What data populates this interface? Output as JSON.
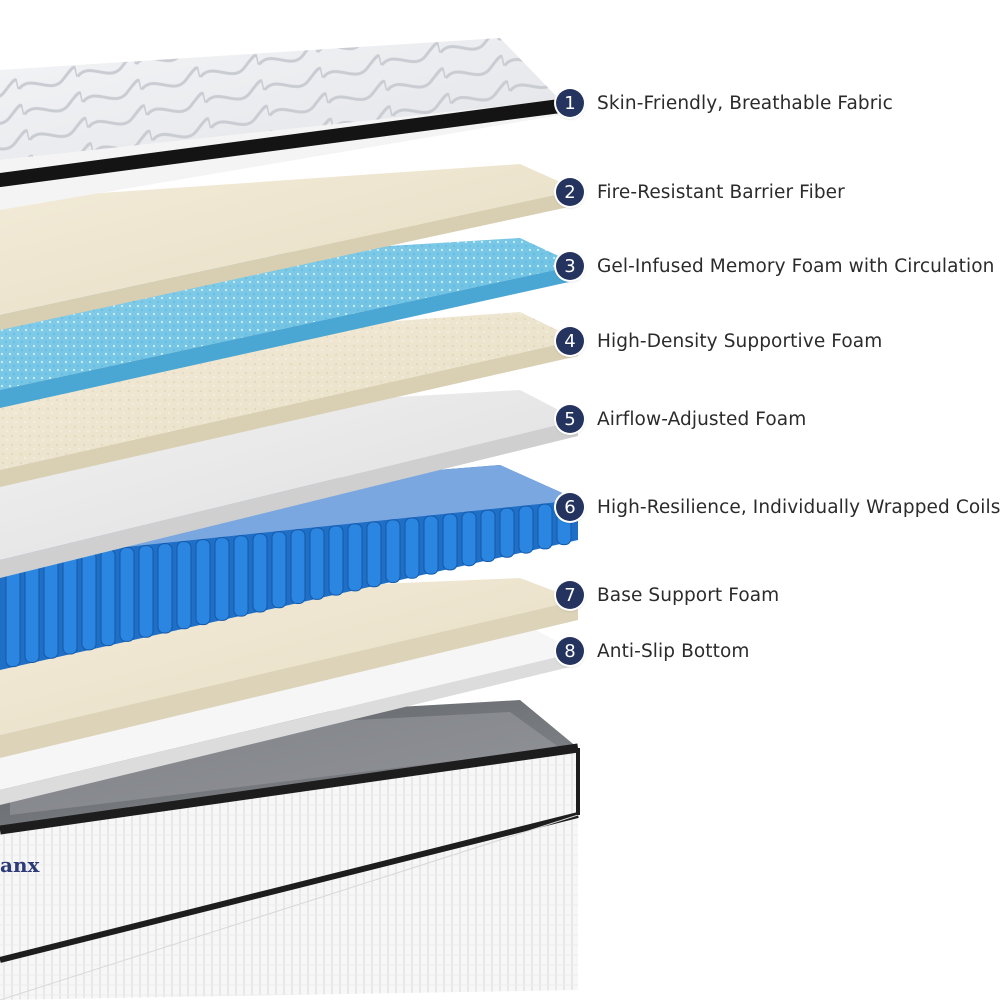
{
  "brand_fragment": "anx",
  "accent_color": "#24345f",
  "layers": [
    {
      "number": "1",
      "label": "Skin-Friendly, Breathable Fabric",
      "material": "quilted-fabric"
    },
    {
      "number": "2",
      "label": "Fire-Resistant Barrier Fiber",
      "material": "fiber"
    },
    {
      "number": "3",
      "label": "Gel-Infused Memory Foam with Circulation",
      "material": "gel-foam"
    },
    {
      "number": "4",
      "label": "High-Density Supportive Foam",
      "material": "dense-foam"
    },
    {
      "number": "5",
      "label": "Airflow-Adjusted Foam",
      "material": "airflow-foam"
    },
    {
      "number": "6",
      "label": "High-Resilience, Individually Wrapped Coils",
      "material": "pocket-coils"
    },
    {
      "number": "7",
      "label": "Base Support Foam",
      "material": "base-foam"
    },
    {
      "number": "8",
      "label": "Anti-Slip Bottom",
      "material": "anti-slip"
    }
  ]
}
